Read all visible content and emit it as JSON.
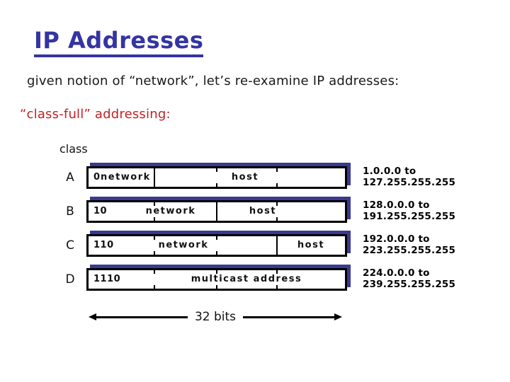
{
  "slide": {
    "title": "IP Addresses",
    "intro": "given notion of “network”, let’s re-examine IP addresses:",
    "subheading": "“class-full” addressing:",
    "class_label": "class",
    "bits_label": "32 bits"
  },
  "colors": {
    "title_blue": "#3434a3",
    "box_shadow_blue": "#3a3a91",
    "accent_red": "#c22323",
    "text_black": "#111111",
    "background": "#ffffff"
  },
  "rows": [
    {
      "letter": "A",
      "bits": "0",
      "field1": "network",
      "field2": "host",
      "range_line1": "1.0.0.0 to",
      "range_line2": "127.255.255.255"
    },
    {
      "letter": "B",
      "bits": "10",
      "field1": "network",
      "field2": "host",
      "range_line1": "128.0.0.0 to",
      "range_line2": "191.255.255.255"
    },
    {
      "letter": "C",
      "bits": "110",
      "field1": "network",
      "field2": "host",
      "range_line1": "192.0.0.0 to",
      "range_line2": "223.255.255.255"
    },
    {
      "letter": "D",
      "bits": "1110",
      "field1": "multicast address",
      "range_line1": "224.0.0.0 to",
      "range_line2": "239.255.255.255"
    }
  ]
}
